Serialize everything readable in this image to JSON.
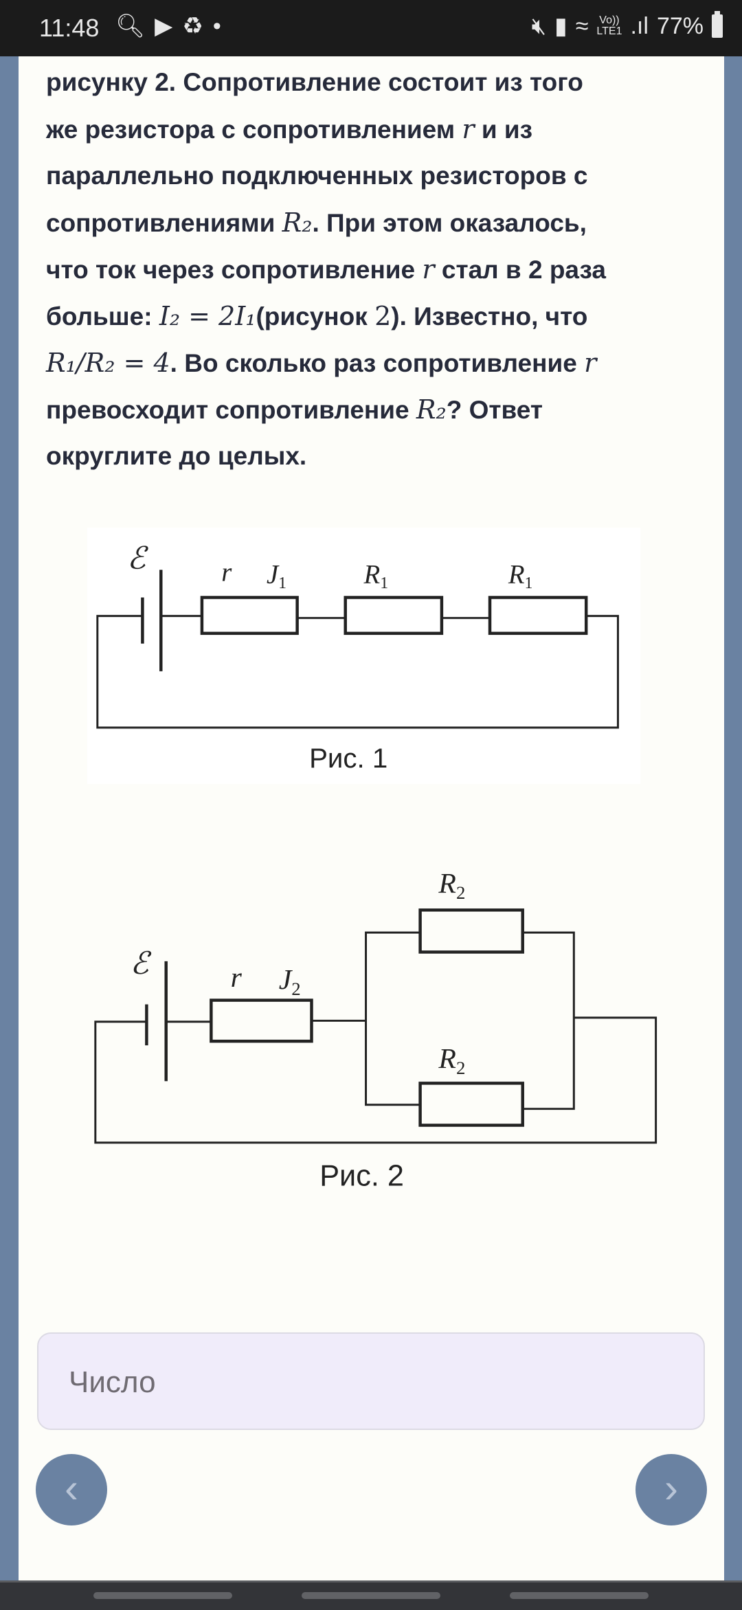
{
  "status_bar": {
    "time": "11:48",
    "battery": "77%",
    "network": "LTE1",
    "volte": "Vo))"
  },
  "problem": {
    "line0": "рисунку 2. Сопротивление состоит из того",
    "line1": [
      "же резистора с сопротивлением ",
      "r",
      " и из"
    ],
    "line2": "параллельно подключенных резисторов с",
    "line3": [
      "сопротивлениями ",
      "R₂",
      ". При этом оказалось,"
    ],
    "line4": [
      "что ток через сопротивление ",
      "r",
      " стал в 2 раза"
    ],
    "line5": [
      "больше: ",
      "I₂ = 2I₁",
      "(рисунок ",
      "2",
      "). Известно, что"
    ],
    "line6": [
      "R₁/R₂ = 4",
      ". Во сколько раз сопротивление ",
      "r"
    ],
    "line7": [
      "превосходит сопротивление ",
      "R₂",
      "? Ответ"
    ],
    "line8": "округлите до целых."
  },
  "figure1": {
    "emf": "ℰ",
    "r": "r",
    "current": "J",
    "current_sub": "1",
    "resistor": "R",
    "resistor_sub": "1",
    "caption": "Рис. 1"
  },
  "figure2": {
    "emf": "ℰ",
    "r": "r",
    "current": "J",
    "current_sub": "2",
    "resistor": "R",
    "resistor_sub": "2",
    "caption": "Рис. 2"
  },
  "answer": {
    "placeholder": "Число"
  },
  "nav": {
    "prev": "‹",
    "next": "›"
  }
}
